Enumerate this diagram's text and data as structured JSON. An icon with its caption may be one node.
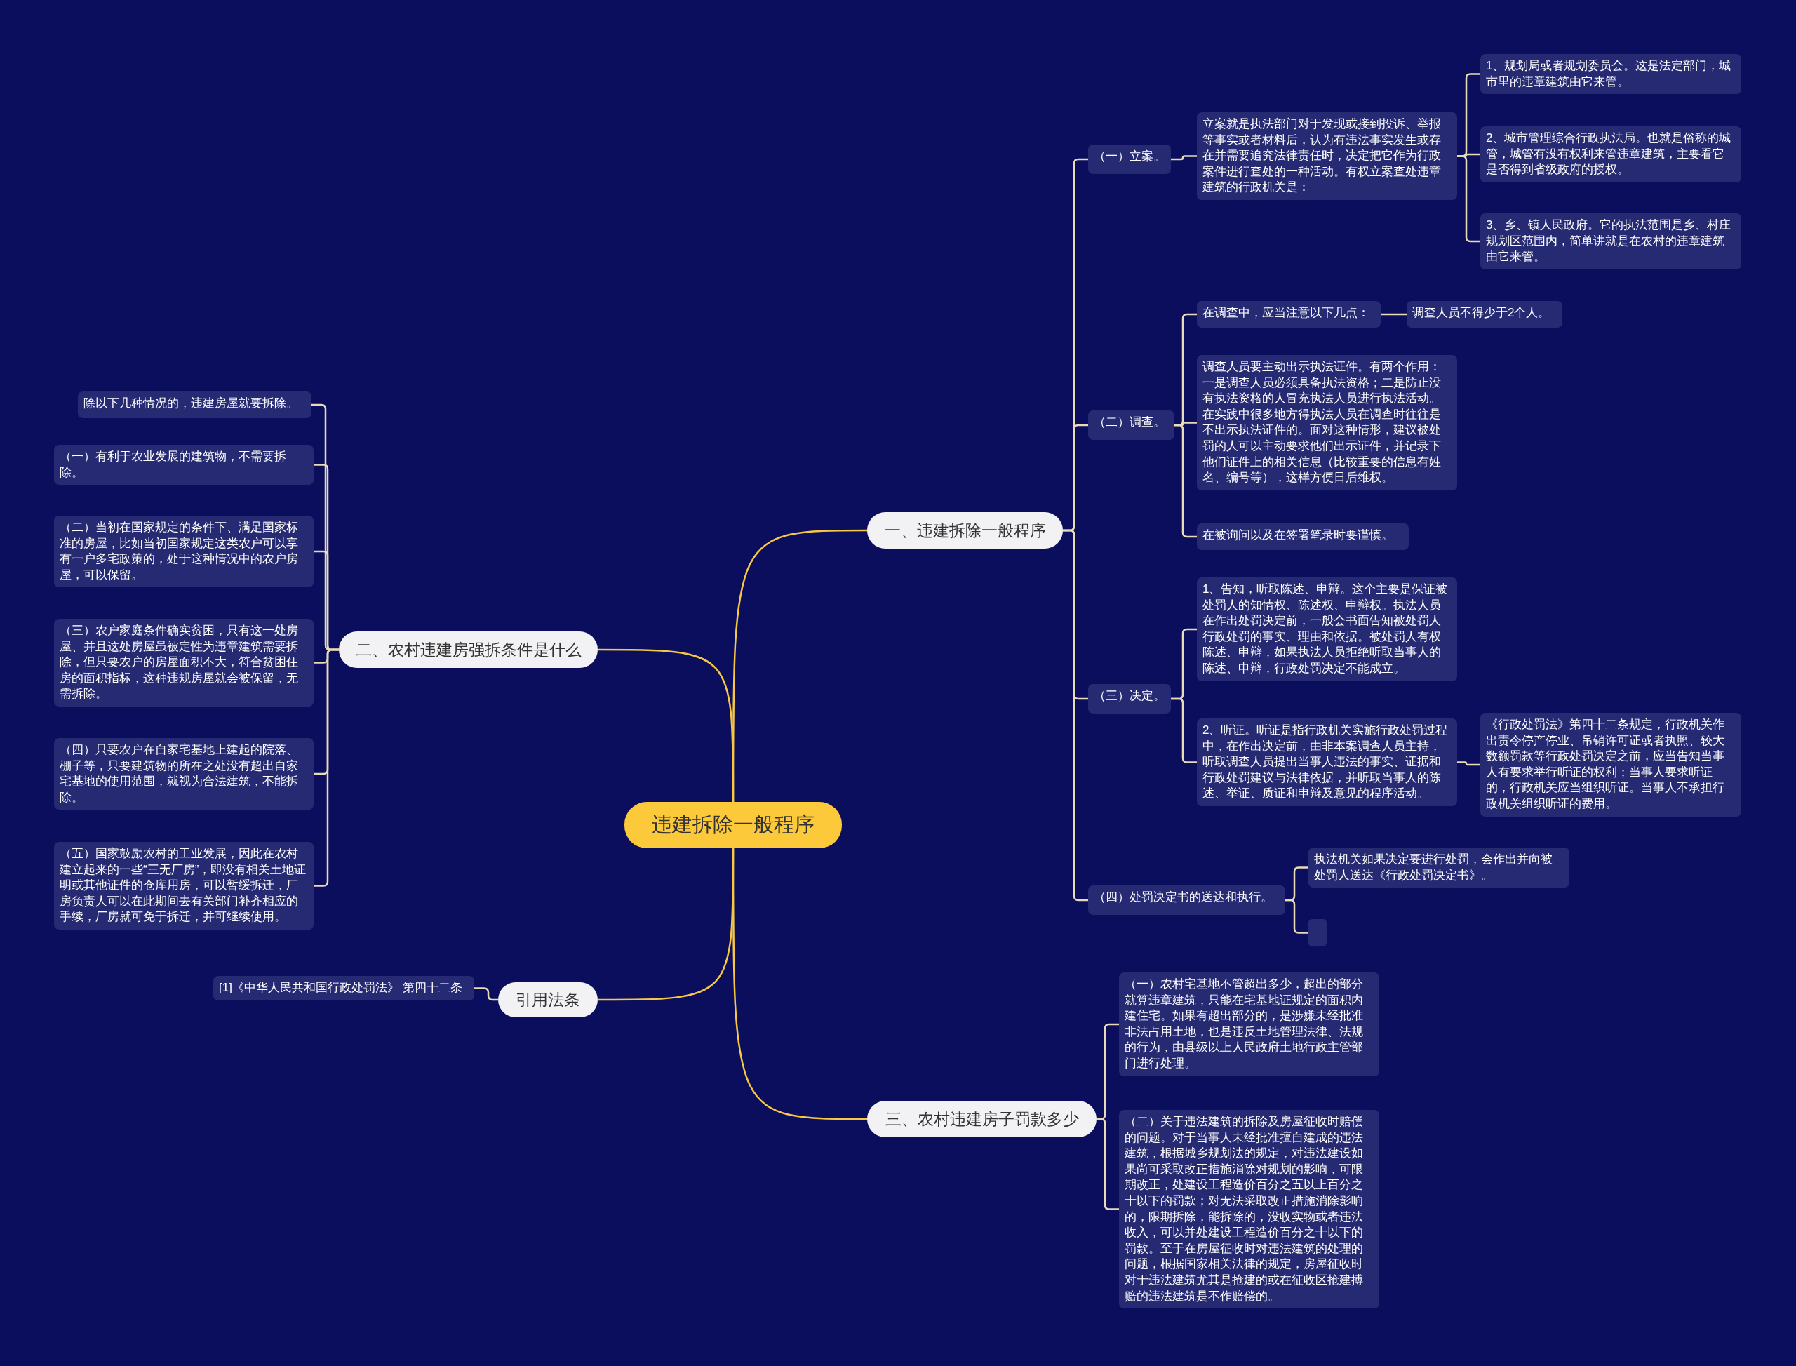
{
  "diagram": {
    "nodes": [
      {
        "text": [
          "违建拆除一般程序"
        ]
      },
      {
        "text": [
          "一、违建拆除一般程序"
        ]
      },
      {
        "text": [
          "（一）立案。"
        ]
      },
      {
        "text": [
          "立案就是执法部门对于发现或接到投诉、举报等事实或者材料后，认为有违法事实发生或存在并需要追究法律责任时，决定把它作为行政案件进行查处的一种活动。有权立案查处违章建筑的行政机关是："
        ]
      },
      {
        "text": [
          "1、规划局或者规划委员会。这是法定部门，城市里的违章建筑由它来管。"
        ]
      },
      {
        "text": [
          "2、城市管理综合行政执法局。也就是俗称的城管，城管有没有权利来管违章建筑，主要看它是否得到省级政府的授权。"
        ]
      },
      {
        "text": [
          "3、乡、镇人民政府。它的执法范围是乡、村庄规划区范围内，简单讲就是在农村的违章建筑由它来管。"
        ]
      },
      {
        "text": [
          "（二）调查。"
        ]
      },
      {
        "text": [
          "在调查中，应当注意以下几点："
        ]
      },
      {
        "text": [
          "调查人员不得少于2个人。"
        ]
      },
      {
        "text": [
          "调查人员要主动出示执法证件。有两个作用：一是调查人员必须具备执法资格；二是防止没有执法资格的人冒充执法人员进行执法活动。在实践中很多地方得执法人员在调查时往往是不出示执法证件的。面对这种情形，建议被处罚的人可以主动要求他们出示证件，并记录下他们证件上的相关信息（比较重要的信息有姓名、编号等），这样方便日后维权。"
        ]
      },
      {
        "text": [
          "在被询问以及在签署笔录时要谨慎。"
        ]
      },
      {
        "text": [
          "（三）决定。"
        ]
      },
      {
        "text": [
          "1、告知，听取陈述、申辩。这个主要是保证被处罚人的知情权、陈述权、申辩权。执法人员在作出处罚决定前，一般会书面告知被处罚人行政处罚的事实、理由和依据。被处罚人有权陈述、申辩，如果执法人员拒绝听取当事人的陈述、申辩，行政处罚决定不能成立。"
        ]
      },
      {
        "text": [
          "2、听证。听证是指行政机关实施行政处罚过程中，在作出决定前，由非本案调查人员主持，听取调查人员提出当事人违法的事实、证据和行政处罚建议与法律依据，并听取当事人的陈述、举证、质证和申辩及意见的程序活动。"
        ]
      },
      {
        "text": [
          "《行政处罚法》第四十二条规定，行政机关作出责令停产停业、吊销许可证或者执照、较大数额罚款等行政处罚决定之前，应当告知当事人有要求举行听证的权利；当事人要求听证的，行政机关应当组织听证。当事人不承担行政机关组织听证的费用。"
        ]
      },
      {
        "text": [
          "（四）处罚决定书的送达和执行。"
        ]
      },
      {
        "text": [
          "执法机关如果决定要进行处罚，会作出并向被处罚人送达《行政处罚决定书》。"
        ]
      },
      {
        "text": [],
        "shape": "box"
      },
      {
        "text": [
          "二、农村违建房强拆条件是什么"
        ]
      },
      {
        "text": [
          "除以下几种情况的，违建房屋就要拆除。"
        ]
      },
      {
        "text": [
          "（一）有利于农业发展的建筑物，不需要拆除。"
        ]
      },
      {
        "text": [
          "（二）当初在国家规定的条件下、满足国家标准的房屋，比如当初国家规定这类农户可以享有一户多宅政策的，处于这种情况中的农户房屋，可以保留。"
        ]
      },
      {
        "text": [
          "（三）农户家庭条件确实贫困，只有这一处房屋、并且这处房屋虽被定性为违章建筑需要拆除，但只要农户的房屋面积不大，符合贫困住房的面积指标，这种违规房屋就会被保留，无需拆除。"
        ]
      },
      {
        "text": [
          "（四）只要农户在自家宅基地上建起的院落、棚子等，只要建筑物的所在之处没有超出自家宅基地的使用范围，就视为合法建筑，不能拆除。"
        ]
      },
      {
        "text": [
          "（五）国家鼓励农村的工业发展，因此在农村建立起来的一些“三无厂房”，即没有相关土地证明或其他证件的仓库用房，可以暂缓拆迁，厂房负责人可以在此期间去有关部门补齐相应的手续，厂房就可免于拆迁，并可继续使用。"
        ]
      },
      {
        "text": [
          "引用法条"
        ]
      },
      {
        "text": [
          "[1]《中华人民共和国行政处罚法》 第四十二条"
        ]
      },
      {
        "text": [
          "三、农村违建房子罚款多少"
        ]
      },
      {
        "text": [
          "（一）农村宅基地不管超出多少，超出的部分就算违章建筑，只能在宅基地证规定的面积内建住宅。如果有超出部分的，是涉嫌未经批准非法占用土地，也是违反土地管理法律、法规的行为，由县级以上人民政府土地行政主管部门进行处理。"
        ]
      },
      {
        "text": [
          "（二）关于违法建筑的拆除及房屋征收时赔偿的问题。对于当事人未经批准擅自建成的违法建筑，根据城乡规划法的规定，对违法建设如果尚可采取改正措施消除对规划的影响，可限期改正，处建设工程造价百分之五以上百分之十以下的罚款；对无法采取改正措施消除影响的，限期拆除，能拆除的，没收实物或者违法收入，可以并处建设工程造价百分之十以下的罚款。至于在房屋征收时对违法建筑的处理的问题，根据国家相关法律的规定，房屋征收时对于违法建筑尤其是抢建的或在征收区抢建搏赔的违法建筑是不作赔偿的。"
        ]
      }
    ],
    "edges": [
      {
        "from": 0,
        "to": 1,
        "arrow": "none",
        "color": "#f7c843"
      },
      {
        "from": 0,
        "to": 19,
        "arrow": "none",
        "color": "#f7c843"
      },
      {
        "from": 0,
        "to": 26,
        "arrow": "none",
        "color": "#f7c843"
      },
      {
        "from": 0,
        "to": 28,
        "arrow": "none",
        "color": "#f7c843"
      },
      {
        "from": 1,
        "to": 2,
        "arrow": "none"
      },
      {
        "from": 1,
        "to": 7,
        "arrow": "none"
      },
      {
        "from": 1,
        "to": 12,
        "arrow": "none"
      },
      {
        "from": 1,
        "to": 16,
        "arrow": "none"
      },
      {
        "from": 2,
        "to": 3,
        "arrow": "none"
      },
      {
        "from": 3,
        "to": 4,
        "arrow": "none"
      },
      {
        "from": 3,
        "to": 5,
        "arrow": "none"
      },
      {
        "from": 3,
        "to": 6,
        "arrow": "none"
      },
      {
        "from": 7,
        "to": 8,
        "arrow": "none"
      },
      {
        "from": 7,
        "to": 10,
        "arrow": "none"
      },
      {
        "from": 7,
        "to": 11,
        "arrow": "none"
      },
      {
        "from": 8,
        "to": 9,
        "arrow": "none"
      },
      {
        "from": 12,
        "to": 13,
        "arrow": "none"
      },
      {
        "from": 12,
        "to": 14,
        "arrow": "none"
      },
      {
        "from": 14,
        "to": 15,
        "arrow": "none"
      },
      {
        "from": 16,
        "to": 17,
        "arrow": "none"
      },
      {
        "from": 16,
        "to": 18,
        "arrow": "none"
      },
      {
        "from": 19,
        "to": 20,
        "arrow": "none"
      },
      {
        "from": 19,
        "to": 21,
        "arrow": "none"
      },
      {
        "from": 19,
        "to": 22,
        "arrow": "none"
      },
      {
        "from": 19,
        "to": 23,
        "arrow": "none"
      },
      {
        "from": 19,
        "to": 24,
        "arrow": "none"
      },
      {
        "from": 19,
        "to": 25,
        "arrow": "none"
      },
      {
        "from": 26,
        "to": 27,
        "arrow": "none"
      },
      {
        "from": 28,
        "to": 29,
        "arrow": "none"
      },
      {
        "from": 28,
        "to": 30,
        "arrow": "none"
      }
    ]
  }
}
